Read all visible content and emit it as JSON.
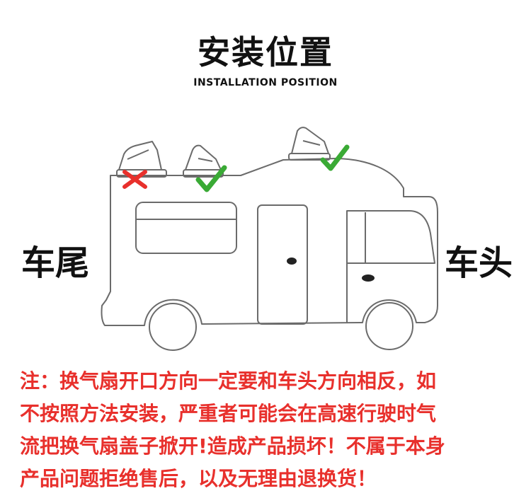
{
  "title": "安装位置",
  "subtitle": "INSTALLATION POSITION",
  "labels": {
    "rear": "车尾",
    "front": "车头"
  },
  "marks": {
    "wrong_color": "#e8302c",
    "correct_color": "#3aaa35"
  },
  "note": {
    "lines": [
      "注：换气扇开口方向一定要和车头方向相反，如",
      "不按照方法安装，严重者可能会在高速行驶时气",
      "流把换气扇盖子掀开!造成产品损坏！不属于本身",
      "产品问题拒绝售后，以及无理由退换货！"
    ]
  }
}
